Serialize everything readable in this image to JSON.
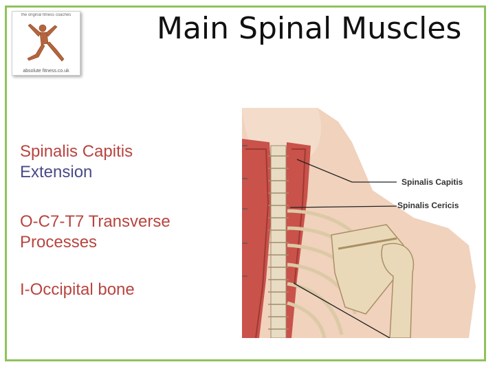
{
  "logo": {
    "tagline": "the original fitness coaches",
    "website": "absolute fitness.co.uk"
  },
  "title": "Main Spinal Muscles",
  "content": {
    "muscle_name": "Spinalis Capitis",
    "action": "Extension",
    "origin_line1": "O-C7-T7 Transverse",
    "origin_line2": "Processes",
    "insertion": "I-Occipital bone"
  },
  "figure": {
    "label_capitis": "Spinalis Capitis",
    "label_cericis": "Spinalis Cericis"
  },
  "colors": {
    "frame": "#8fc25b",
    "text_red": "#b8443f",
    "text_dark": "#4a4a8a"
  }
}
